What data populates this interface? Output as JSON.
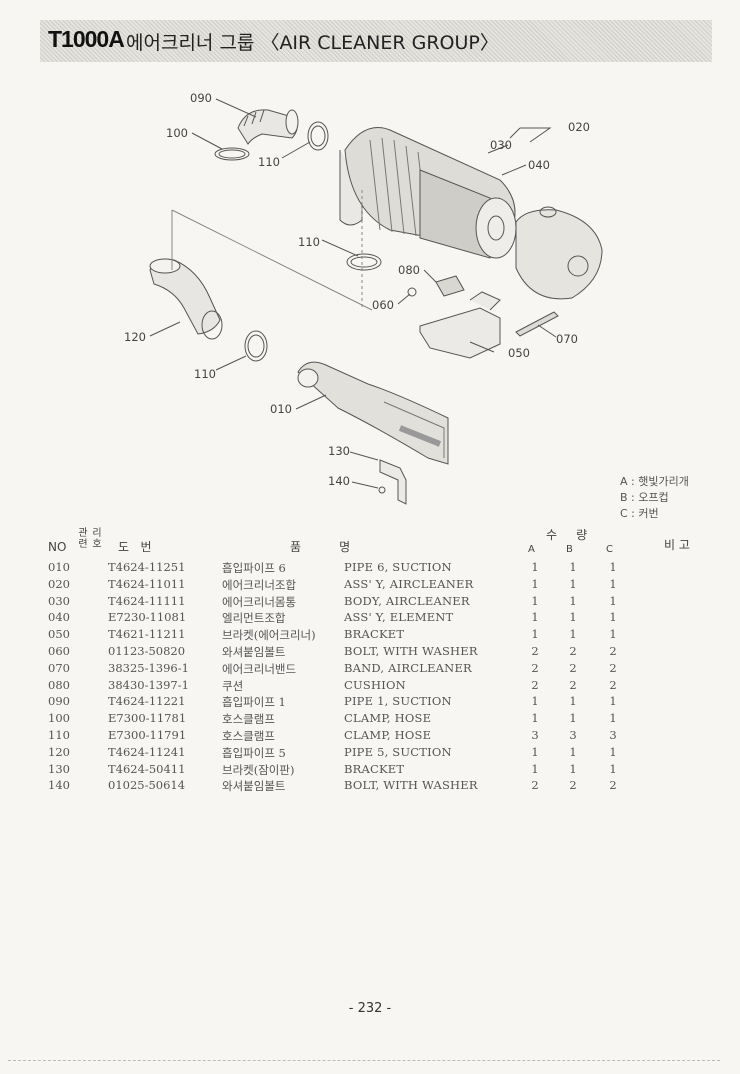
{
  "header": {
    "model": "T1000A",
    "title": "에어크리너 그룹 〈AIR CLEANER GROUP〉"
  },
  "callouts": [
    "090",
    "100",
    "110",
    "030",
    "020",
    "040",
    "110",
    "080",
    "060",
    "120",
    "110",
    "050",
    "070",
    "010",
    "130",
    "140"
  ],
  "legend": [
    "A : 햇빛가리개",
    "B : 오프컵",
    "C : 커번"
  ],
  "table": {
    "headers": {
      "no": "NO",
      "ref": [
        "관",
        "련"
      ],
      "ref2": [
        "리",
        "호"
      ],
      "drawing": "도   번",
      "name": "품          명",
      "qty": "수     량",
      "remark": "비 고",
      "a": "A",
      "b": "B",
      "c": "C"
    },
    "rows": [
      {
        "no": "010",
        "part": "T4624-11251",
        "kr": "흡입파이프 6",
        "en": "PIPE 6, SUCTION",
        "a": "1",
        "b": "1",
        "c": "1"
      },
      {
        "no": "020",
        "part": "T4624-11011",
        "kr": "에어크리너조합",
        "en": "ASS' Y, AIRCLEANER",
        "a": "1",
        "b": "1",
        "c": "1"
      },
      {
        "no": "030",
        "part": "T4624-11111",
        "kr": "에어크리너몸통",
        "en": "BODY, AIRCLEANER",
        "a": "1",
        "b": "1",
        "c": "1"
      },
      {
        "no": "040",
        "part": "E7230-11081",
        "kr": "엘리먼트조합",
        "en": "ASS' Y, ELEMENT",
        "a": "1",
        "b": "1",
        "c": "1"
      },
      {
        "no": "050",
        "part": "T4621-11211",
        "kr": "브라켓(에어크리너)",
        "en": "BRACKET",
        "a": "1",
        "b": "1",
        "c": "1"
      },
      {
        "no": "060",
        "part": "01123-50820",
        "kr": "와셔붙임볼트",
        "en": "BOLT, WITH WASHER",
        "a": "2",
        "b": "2",
        "c": "2"
      },
      {
        "no": "070",
        "part": "38325-1396-1",
        "kr": "에어크리너밴드",
        "en": "BAND, AIRCLEANER",
        "a": "2",
        "b": "2",
        "c": "2"
      },
      {
        "no": "080",
        "part": "38430-1397-1",
        "kr": "쿠션",
        "en": "CUSHION",
        "a": "2",
        "b": "2",
        "c": "2"
      },
      {
        "no": "090",
        "part": "T4624-11221",
        "kr": "흡입파이프 1",
        "en": "PIPE 1, SUCTION",
        "a": "1",
        "b": "1",
        "c": "1"
      },
      {
        "no": "100",
        "part": "E7300-11781",
        "kr": "호스클램프",
        "en": "CLAMP, HOSE",
        "a": "1",
        "b": "1",
        "c": "1"
      },
      {
        "no": "110",
        "part": "E7300-11791",
        "kr": "호스클램프",
        "en": "CLAMP, HOSE",
        "a": "3",
        "b": "3",
        "c": "3"
      },
      {
        "no": "120",
        "part": "T4624-11241",
        "kr": "흡입파이프 5",
        "en": "PIPE 5, SUCTION",
        "a": "1",
        "b": "1",
        "c": "1"
      },
      {
        "no": "130",
        "part": "T4624-50411",
        "kr": "브라켓(잠이판)",
        "en": "BRACKET",
        "a": "1",
        "b": "1",
        "c": "1"
      },
      {
        "no": "140",
        "part": "01025-50614",
        "kr": "와셔붙임볼트",
        "en": "BOLT, WITH WASHER",
        "a": "2",
        "b": "2",
        "c": "2"
      }
    ]
  },
  "footer": {
    "page": "- 232 -"
  }
}
